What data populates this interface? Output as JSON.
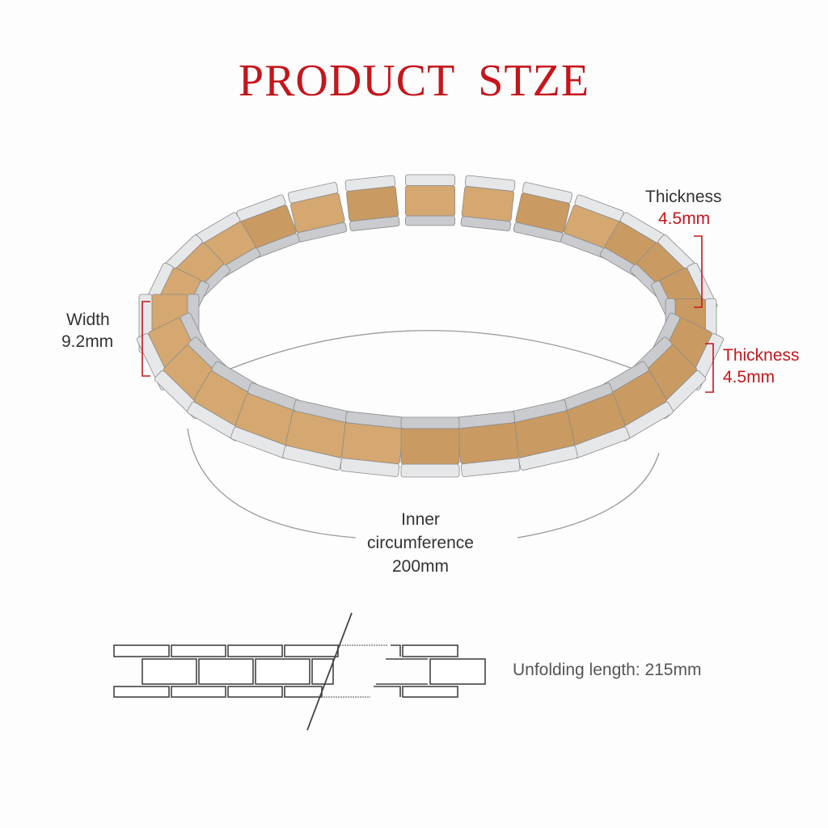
{
  "title": "PRODUCT  STZE",
  "labels": {
    "width": {
      "name": "Width",
      "value": "9.2mm"
    },
    "thickness_top": {
      "name": "Thickness",
      "value": "4.5mm"
    },
    "thickness_side": {
      "name": "Thickness",
      "value": "4.5mm"
    },
    "inner_circumference": {
      "line1": "Inner",
      "line2": "circumference",
      "value": "200mm"
    },
    "unfolding_length": "Unfolding length: 215mm"
  },
  "colors": {
    "accent": "#c4161c",
    "wood": "#c99a62",
    "steel": "#c9cbce"
  }
}
